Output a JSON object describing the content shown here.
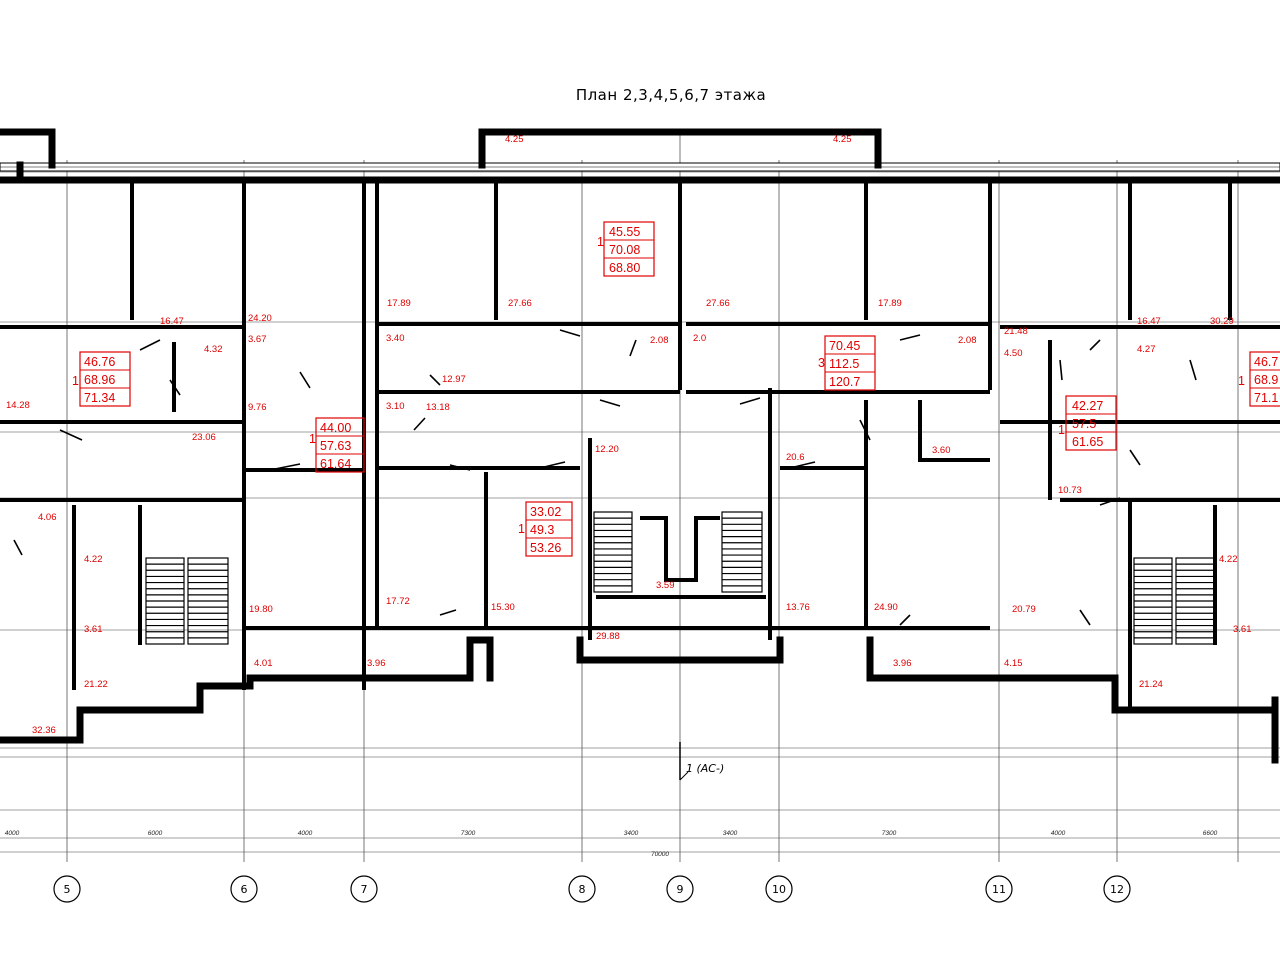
{
  "title": "План 2,3,4,5,6,7 этажа",
  "section_mark": "1 (АС-)",
  "axes": [
    "5",
    "6",
    "7",
    "8",
    "9",
    "10",
    "11",
    "12"
  ],
  "dimensions": [
    "4000",
    "6000",
    "4000",
    "7300",
    "3400",
    "3400",
    "7300",
    "4000",
    "6600"
  ],
  "overall_dimension": "70000",
  "apartments": [
    {
      "rooms": "1",
      "values": [
        "45.55",
        "70.08",
        "68.80"
      ]
    },
    {
      "rooms": "1",
      "values": [
        "46.76",
        "68.96",
        "71.34"
      ]
    },
    {
      "rooms": "1",
      "values": [
        "44.00",
        "57.63",
        "61.64"
      ]
    },
    {
      "rooms": "1",
      "values": [
        "33.02",
        "49.3",
        "53.26"
      ]
    },
    {
      "rooms": "3",
      "values": [
        "70.45",
        "112.5",
        "120.7"
      ]
    },
    {
      "rooms": "1",
      "values": [
        "42.27",
        "57.5",
        "61.65"
      ]
    },
    {
      "rooms": "1",
      "values": [
        "46.7",
        "68.9",
        "71.1"
      ]
    }
  ],
  "room_labels": [
    "4.25",
    "4.25",
    "17.89",
    "27.66",
    "27.66",
    "17.89",
    "16.47",
    "24.20",
    "3.67",
    "4.32",
    "14.28",
    "3.40",
    "12.97",
    "2.08",
    "2.0",
    "2.08",
    "21.48",
    "4.50",
    "16.47",
    "4.27",
    "30.29",
    "9.76",
    "3.10",
    "13.18",
    "23.06",
    "12.20",
    "20.6",
    "3.60",
    "10.73",
    "4.06",
    "4.22",
    "3.61",
    "19.80",
    "17.72",
    "15.30",
    "3.59",
    "13.76",
    "24.90",
    "20.79",
    "4.22",
    "3.61",
    "29.88",
    "4.01",
    "3.96",
    "3.96",
    "4.15",
    "21.22",
    "21.24",
    "32.36"
  ]
}
